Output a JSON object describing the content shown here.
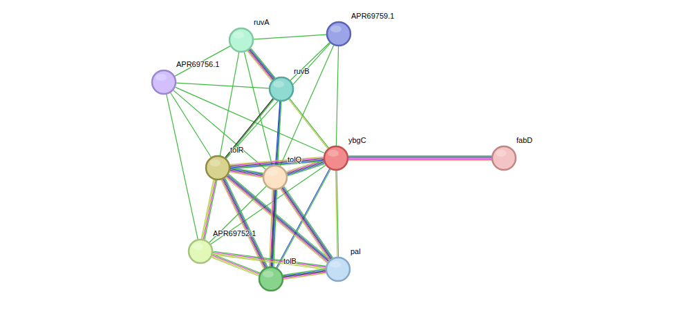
{
  "diagram": {
    "nodes": [
      {
        "text": [
          "ruvA"
        ]
      },
      {
        "text": [
          "APR69759.1"
        ]
      },
      {
        "text": [
          "APR69756.1"
        ]
      },
      {
        "text": [
          "ruvB"
        ]
      },
      {
        "text": [
          "ybgC"
        ]
      },
      {
        "text": [
          "fabD"
        ]
      },
      {
        "text": [
          "tolR"
        ]
      },
      {
        "text": [
          "tolQ"
        ]
      },
      {
        "text": [
          "APR69752.1"
        ]
      },
      {
        "text": [
          "tolB"
        ]
      },
      {
        "text": [
          "pal"
        ]
      }
    ],
    "edges": [
      {
        "from": 0,
        "to": 3,
        "arrow": "none"
      },
      {
        "from": 0,
        "to": 2,
        "arrow": "none"
      },
      {
        "from": 0,
        "to": 1,
        "arrow": "none"
      },
      {
        "from": 0,
        "to": 6,
        "arrow": "none"
      },
      {
        "from": 0,
        "to": 7,
        "arrow": "none"
      },
      {
        "from": 2,
        "to": 3,
        "arrow": "none"
      },
      {
        "from": 2,
        "to": 4,
        "arrow": "none"
      },
      {
        "from": 2,
        "to": 6,
        "arrow": "none"
      },
      {
        "from": 2,
        "to": 7,
        "arrow": "none"
      },
      {
        "from": 2,
        "to": 8,
        "arrow": "none"
      },
      {
        "from": 1,
        "to": 3,
        "arrow": "none"
      },
      {
        "from": 1,
        "to": 4,
        "arrow": "none"
      },
      {
        "from": 1,
        "to": 7,
        "arrow": "none"
      },
      {
        "from": 1,
        "to": 6,
        "arrow": "none"
      },
      {
        "from": 3,
        "to": 4,
        "arrow": "none"
      },
      {
        "from": 3,
        "to": 6,
        "arrow": "none"
      },
      {
        "from": 3,
        "to": 7,
        "arrow": "none"
      },
      {
        "from": 3,
        "to": 9,
        "arrow": "none"
      },
      {
        "from": 4,
        "to": 5,
        "arrow": "none"
      },
      {
        "from": 4,
        "to": 7,
        "arrow": "none"
      },
      {
        "from": 4,
        "to": 6,
        "arrow": "none"
      },
      {
        "from": 4,
        "to": 9,
        "arrow": "none"
      },
      {
        "from": 4,
        "to": 10,
        "arrow": "none"
      },
      {
        "from": 4,
        "to": 8,
        "arrow": "none"
      },
      {
        "from": 6,
        "to": 7,
        "arrow": "none"
      },
      {
        "from": 6,
        "to": 8,
        "arrow": "none"
      },
      {
        "from": 6,
        "to": 9,
        "arrow": "none"
      },
      {
        "from": 6,
        "to": 10,
        "arrow": "none"
      },
      {
        "from": 7,
        "to": 9,
        "arrow": "none"
      },
      {
        "from": 7,
        "to": 10,
        "arrow": "none"
      },
      {
        "from": 7,
        "to": 8,
        "arrow": "none"
      },
      {
        "from": 8,
        "to": 9,
        "arrow": "none"
      },
      {
        "from": 8,
        "to": 10,
        "arrow": "none"
      },
      {
        "from": 9,
        "to": 10,
        "arrow": "none"
      }
    ]
  }
}
